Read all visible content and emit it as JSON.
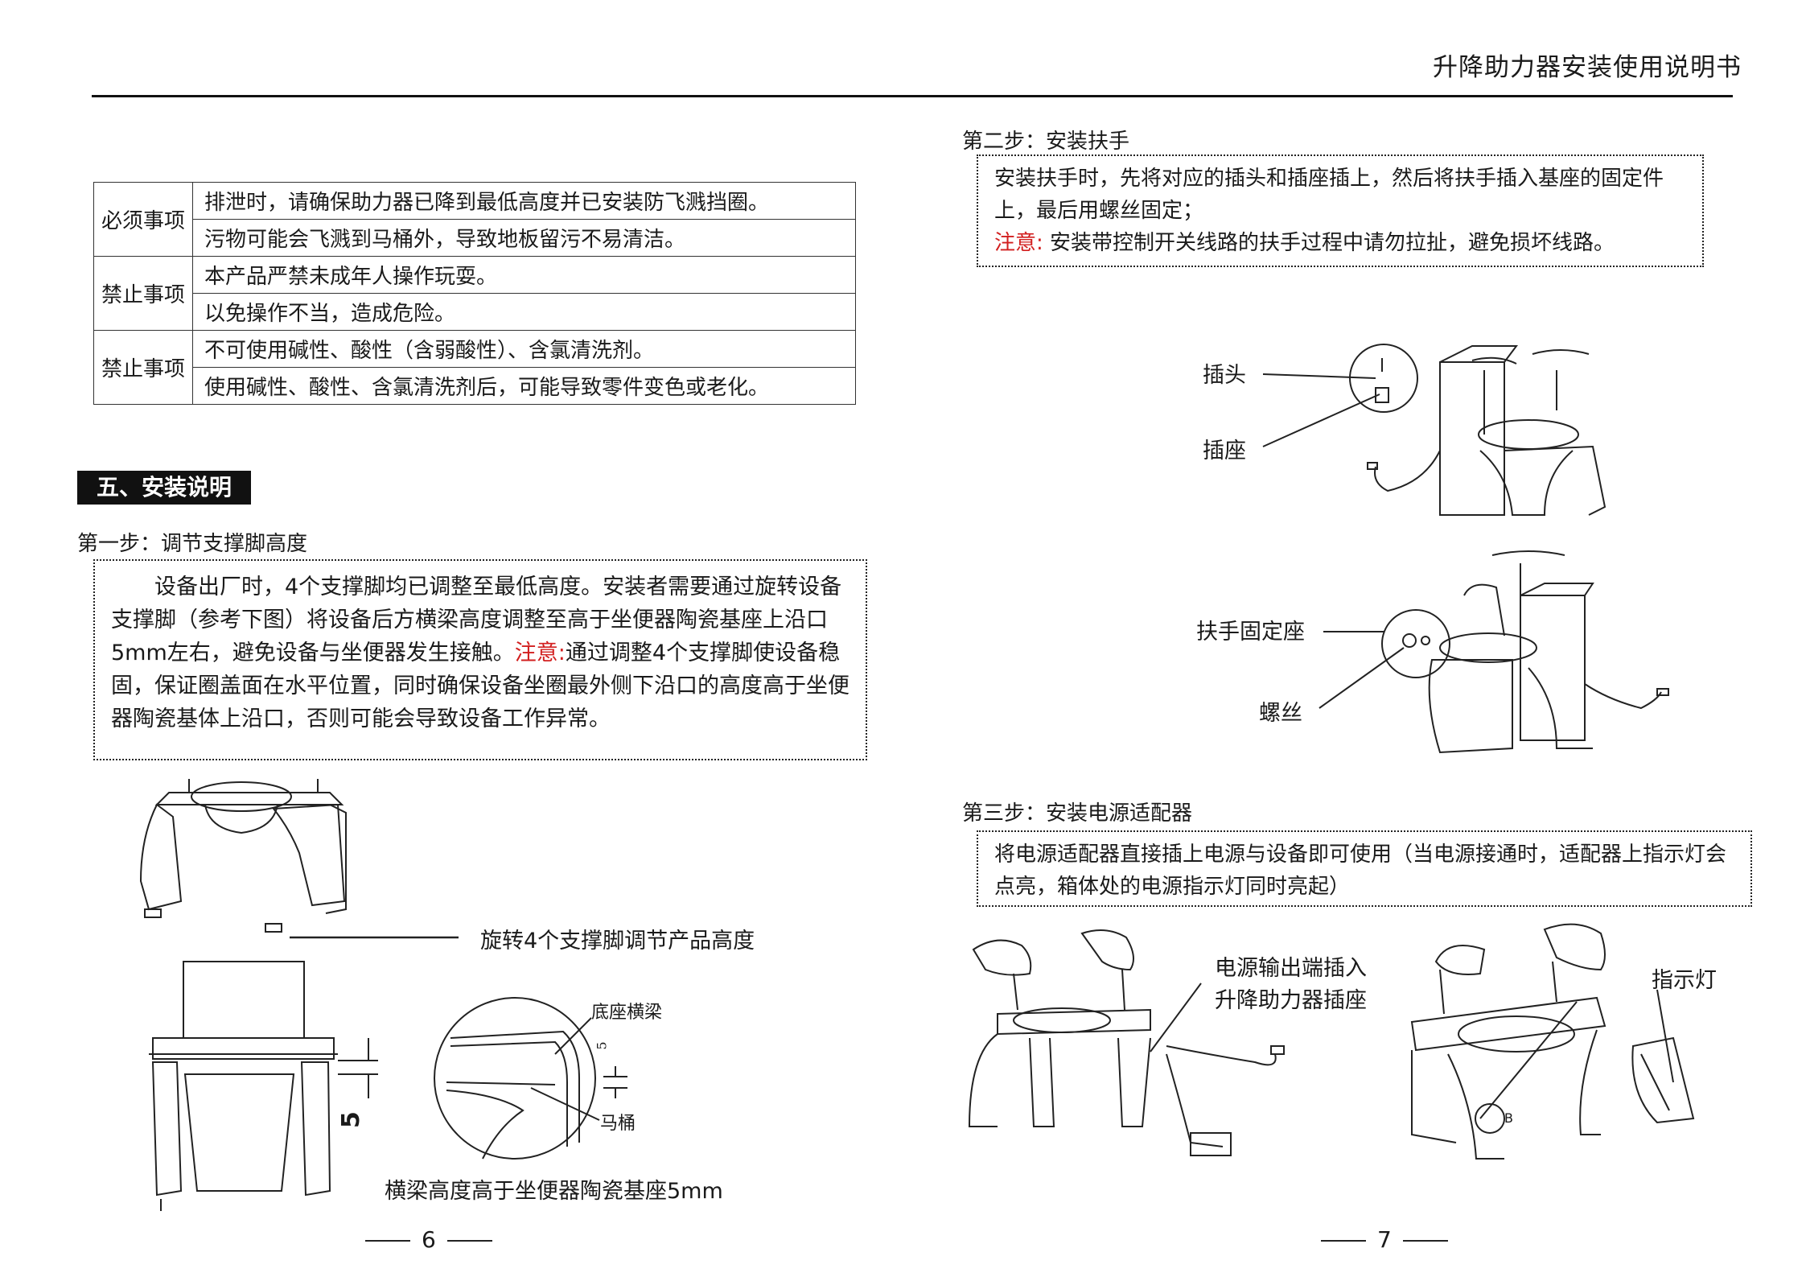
{
  "header": {
    "title": "升降助力器安装使用说明书"
  },
  "notice_table": [
    {
      "category": "必须事项",
      "lines": [
        "排泄时，请确保助力器已降到最低高度并已安装防飞溅挡圈。",
        "污物可能会飞溅到马桶外，导致地板留污不易清洁。"
      ]
    },
    {
      "category": "禁止事项",
      "lines": [
        "本产品严禁未成年人操作玩耍。",
        "以免操作不当，造成危险。"
      ]
    },
    {
      "category": "禁止事项",
      "lines": [
        "不可使用碱性、酸性（含弱酸性）、含氯清洗剂。",
        "使用碱性、酸性、含氯清洗剂后，可能导致零件变色或老化。"
      ]
    }
  ],
  "section": {
    "title": "五、安装说明"
  },
  "step1": {
    "title": "第一步：调节支撑脚高度",
    "text_before": "设备出厂时，4个支撑脚均已调整至最低高度。安装者需要通过旋转设备支撑脚（参考下图）将设备后方横梁高度调整至高于坐便器陶瓷基座上沿口5mm左右，避免设备与坐便器发生接触。",
    "warn_label": "注意:",
    "text_after": "通过调整4个支撑脚使设备稳固，保证圈盖面在水平位置，同时确保设备坐圈最外侧下沿口的高度高于坐便器陶瓷基体上沿口，否则可能会导致设备工作异常。",
    "fig_label_feet": "旋转4个支撑脚调节产品高度",
    "fig_label_beam": "底座横梁",
    "fig_label_toilet": "马桶",
    "fig_dim_small": "5",
    "fig_dim_large": "5",
    "fig_caption": "横梁高度高于坐便器陶瓷基座5mm"
  },
  "step2": {
    "title": "第二步：安装扶手",
    "line1": "安装扶手时，先将对应的插头和插座插上，然后将扶手插入基座的固定件上，最后用螺丝固定；",
    "warn_label": "注意:",
    "warn_text": "安装带控制开关线路的扶手过程中请勿拉扯，避免损坏线路。",
    "label_plug": "插头",
    "label_socket": "插座",
    "label_mount": "扶手固定座",
    "label_screw": "螺丝"
  },
  "step3": {
    "title": "第三步：安装电源适配器",
    "text": "将电源适配器直接插上电源与设备即可使用（当电源接通时，适配器上指示灯会点亮，箱体处的电源指示灯同时亮起）",
    "label_output_l1": "电源输出端插入",
    "label_output_l2": "升降助力器插座",
    "label_indicator": "指示灯",
    "label_b": "B"
  },
  "pages": {
    "left": "6",
    "right": "7"
  },
  "colors": {
    "warning": "#d21e1e",
    "ink": "#1a1a1a"
  }
}
